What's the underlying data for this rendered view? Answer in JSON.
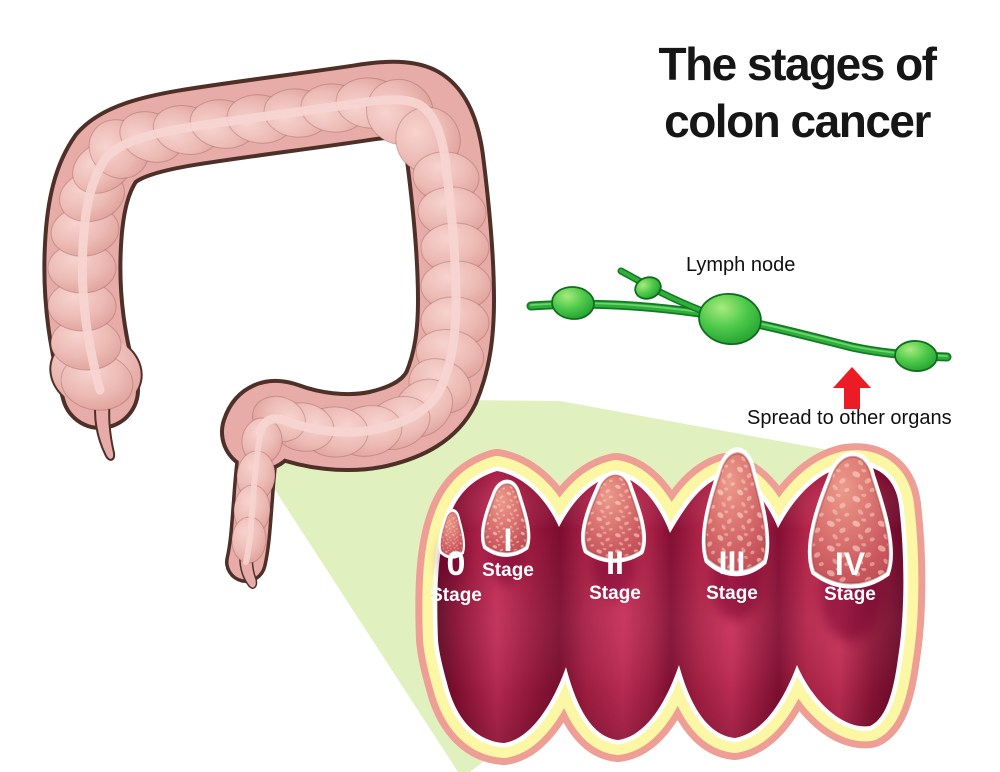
{
  "title": {
    "line1": "The stages of",
    "line2": "colon cancer"
  },
  "labels": {
    "lymph_node": "Lymph node",
    "spread": "Spread to other organs"
  },
  "stages": [
    {
      "numeral": "0",
      "word": "Stage"
    },
    {
      "numeral": "I",
      "word": "Stage"
    },
    {
      "numeral": "II",
      "word": "Stage"
    },
    {
      "numeral": "III",
      "word": "Stage"
    },
    {
      "numeral": "IV",
      "word": "Stage"
    }
  ],
  "colors": {
    "background": "#ffffff",
    "wedge_green": "#e0f1bf",
    "colon_pink": "#e7aca7",
    "colon_outline": "#4f3029",
    "wall_rim_pink": "#ee9e95",
    "wall_layer_yellow": "#fbf7a4",
    "wall_interior_red": "#b51e4a",
    "tumor_red": "#cb5a60",
    "lymph_green": "#2fae39",
    "arrow_red": "#ec1c24",
    "title_text": "#161616",
    "stage_text": "#ffffff"
  }
}
